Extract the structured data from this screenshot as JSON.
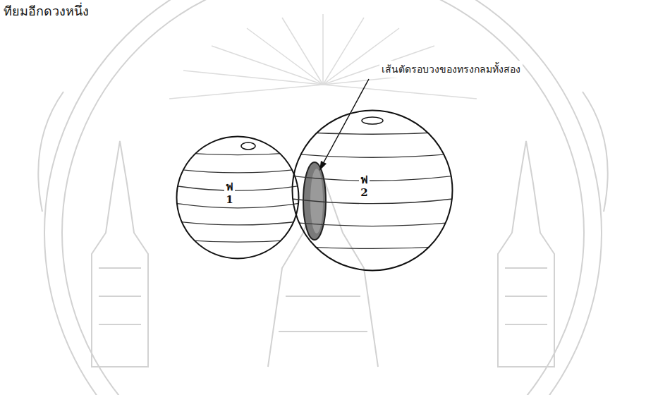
{
  "diagram": {
    "nodes": [
      {
        "text": [
          "ฟ",
          "1"
        ]
      },
      {
        "text": [
          "ฟ",
          "2"
        ]
      }
    ],
    "labels": [
      "ทียมอีกดวงหนึ่ง",
      "เส้นตัดรอบวงของทรงกลมทั้งสอง"
    ]
  }
}
